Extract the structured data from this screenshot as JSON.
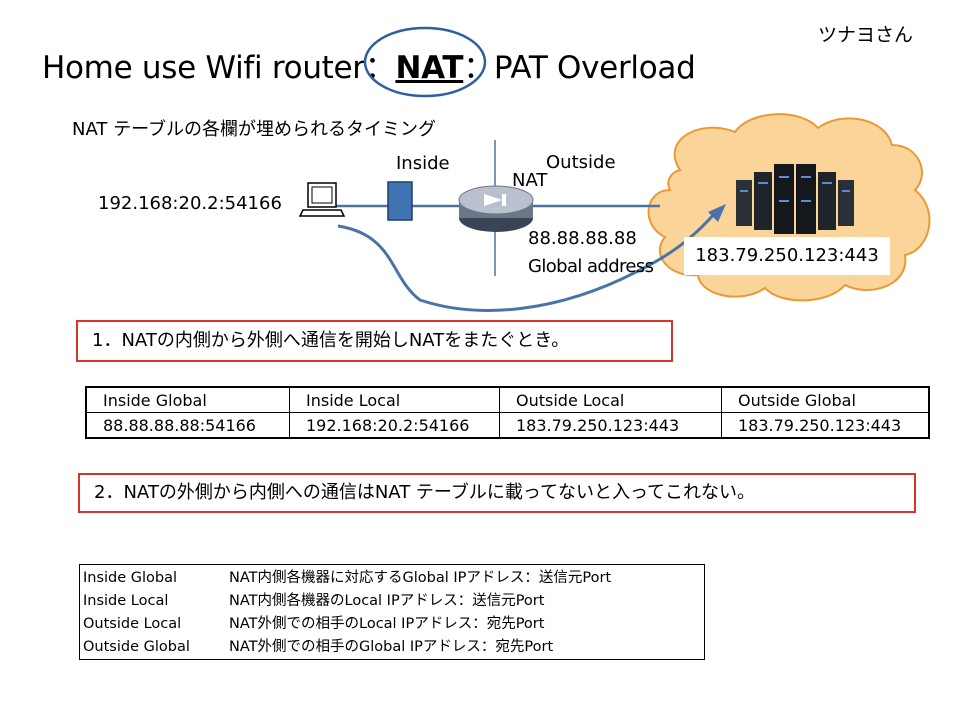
{
  "author": "ツナヨさん",
  "title": {
    "prefix": "Home use Wifi router：",
    "highlight": "NAT",
    "suffix": "：PAT Overload"
  },
  "subtitle": "NAT テーブルの各欄が埋められるタイミング",
  "diagram": {
    "local_ip": "192.168:20.2:54166",
    "inside_label": "Inside",
    "outside_label": "Outside",
    "nat_label": "NAT",
    "router_ip": "88.88.88.88",
    "router_address_label": "Global address",
    "server_ip": "183.79.250.123:443",
    "colors": {
      "cloud_fill": "#fbd49a",
      "cloud_stroke": "#e99a35",
      "link_line": "#4a74a8",
      "switch_fill": "#3f73b1",
      "circle_highlight": "#2f5f9e",
      "note_border": "#d9342b"
    }
  },
  "note1": "1．NATの内側から外側へ通信を開始しNATをまたぐとき。",
  "table": {
    "headers": [
      "Inside Global",
      "Inside Local",
      "Outside Local",
      "Outside Global"
    ],
    "rows": [
      [
        "88.88.88.88:54166",
        "192.168:20.2:54166",
        "183.79.250.123:443",
        "183.79.250.123:443"
      ]
    ]
  },
  "note2": "2．NATの外側から内側への通信はNAT テーブルに載ってないと入ってこれない。",
  "legend": [
    {
      "term": "Inside Global",
      "desc": "NAT内側各機器に対応するGlobal IPアドレス：送信元Port"
    },
    {
      "term": "Inside Local",
      "desc": "NAT内側各機器のLocal IPアドレス：送信元Port"
    },
    {
      "term": "Outside Local",
      "desc": "NAT外側での相手のLocal IPアドレス：宛先Port"
    },
    {
      "term": "Outside Global",
      "desc": "NAT外側での相手のGlobal IPアドレス：宛先Port"
    }
  ]
}
